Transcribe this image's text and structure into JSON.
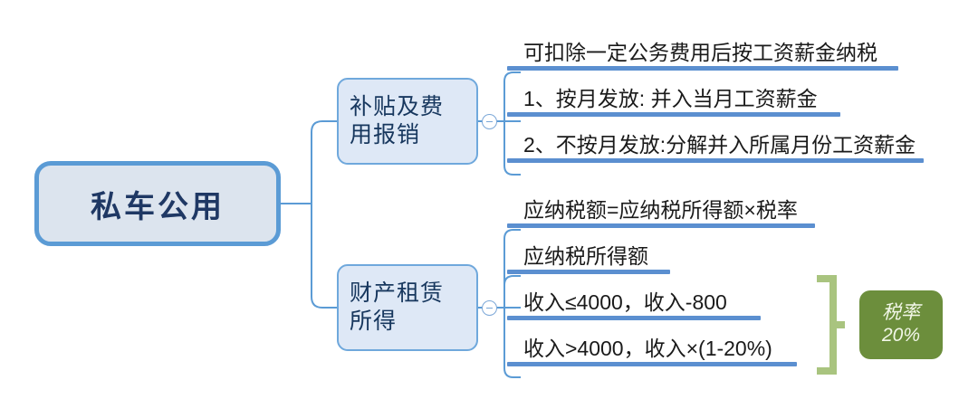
{
  "diagram": {
    "type": "mind-map",
    "root": {
      "label": "私车公用"
    },
    "branches": [
      {
        "id": "branch-1",
        "label": "补贴及费用报销",
        "toggle_icon": "minus-circle-icon",
        "leaves": [
          {
            "id": "leaf-1",
            "text": "可扣除一定公务费用后按工资薪金纳税"
          },
          {
            "id": "leaf-2",
            "text": "1、按月发放: 并入当月工资薪金"
          },
          {
            "id": "leaf-3",
            "text": "2、不按月发放:分解并入所属月份工资薪金"
          }
        ]
      },
      {
        "id": "branch-2",
        "label": "财产租赁所得",
        "toggle_icon": "minus-circle-icon",
        "leaves": [
          {
            "id": "leaf-4",
            "text": "应纳税额=应纳税所得额×税率"
          },
          {
            "id": "leaf-5",
            "text": "应纳税所得额"
          },
          {
            "id": "leaf-6",
            "text": "收入≤4000，收入-800"
          },
          {
            "id": "leaf-7",
            "text": "收入>4000，收入×(1-20%)"
          }
        ]
      }
    ],
    "callout": {
      "bracket_icon": "right-brace-icon",
      "title": "税率",
      "value": "20%"
    }
  },
  "colors": {
    "root_fill": "#DCE4EE",
    "root_border": "#5B9BD5",
    "root_text": "#1F3864",
    "branch_fill": "#DEE8F6",
    "branch_border": "#6FA8DC",
    "branch_text": "#17375E",
    "leaf_underline": "#5B8FD0",
    "connector": "#5B9BD5",
    "bracket_green": "#A9C47F",
    "callout_fill": "#6C8E3C",
    "callout_text": "#F2F7E8"
  }
}
